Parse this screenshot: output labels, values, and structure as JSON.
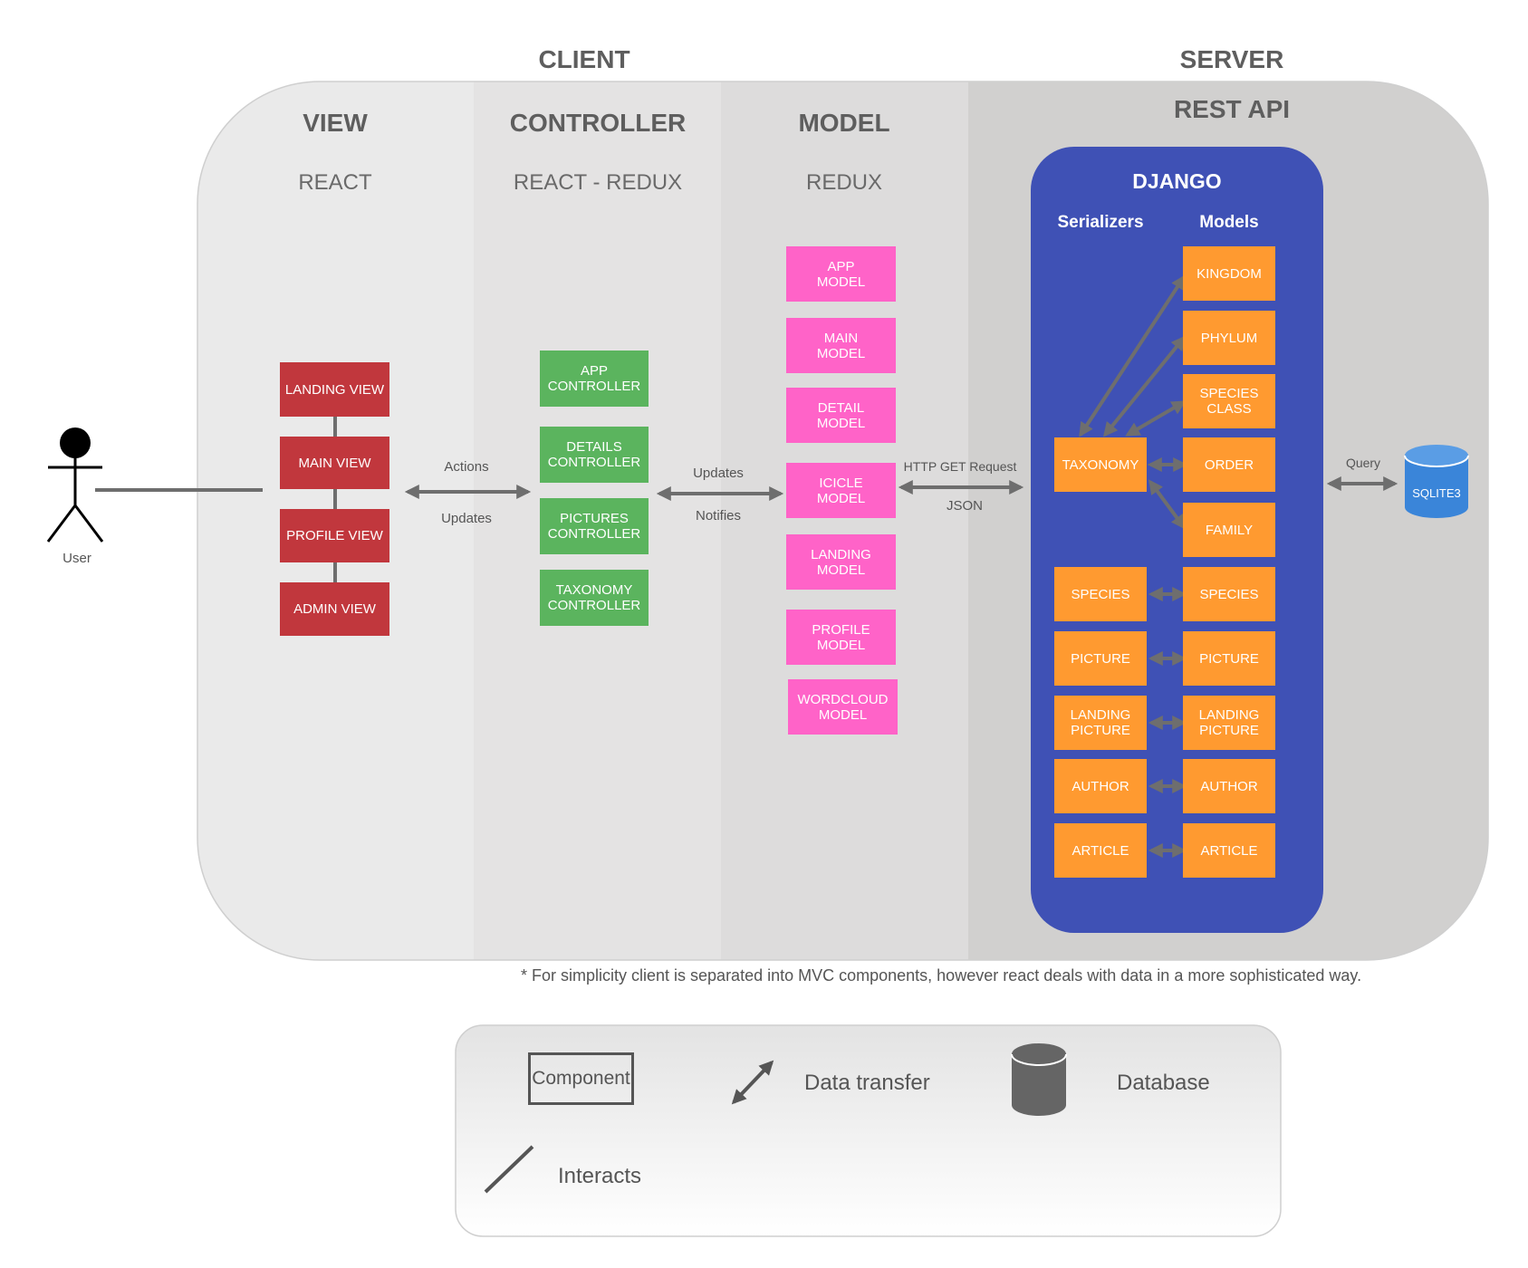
{
  "sections": {
    "client": "CLIENT",
    "server": "SERVER"
  },
  "columns": {
    "view": {
      "title": "VIEW",
      "tech": "REACT"
    },
    "controller": {
      "title": "CONTROLLER",
      "tech": "REACT - REDUX"
    },
    "model": {
      "title": "MODEL",
      "tech": "REDUX"
    },
    "api": {
      "title": "REST API"
    }
  },
  "actor": {
    "label": "User"
  },
  "views": [
    "LANDING VIEW",
    "MAIN VIEW",
    "PROFILE VIEW",
    "ADMIN VIEW"
  ],
  "controllers": [
    "APP\nCONTROLLER",
    "DETAILS\nCONTROLLER",
    "PICTURES\nCONTROLLER",
    "TAXONOMY\nCONTROLLER"
  ],
  "models": [
    "APP\nMODEL",
    "MAIN\nMODEL",
    "DETAIL\nMODEL",
    "ICICLE\nMODEL",
    "LANDING\nMODEL",
    "PROFILE\nMODEL",
    "WORDCLOUD\nMODEL"
  ],
  "arrows": {
    "view_ctrl_top": "Actions",
    "view_ctrl_bottom": "Updates",
    "ctrl_model_top": "Updates",
    "ctrl_model_bottom": "Notifies",
    "model_api_top": "HTTP GET Request",
    "model_api_bottom": "JSON",
    "db_query": "Query"
  },
  "django": {
    "title": "DJANGO",
    "serializers_label": "Serializers",
    "models_label": "Models",
    "taxonomy": "TAXONOMY",
    "taxonomy_models": [
      "KINGDOM",
      "PHYLUM",
      "SPECIES\nCLASS",
      "ORDER",
      "FAMILY"
    ],
    "pairs": [
      {
        "serializer": "SPECIES",
        "model": "SPECIES"
      },
      {
        "serializer": "PICTURE",
        "model": "PICTURE"
      },
      {
        "serializer": "LANDING\nPICTURE",
        "model": "LANDING\nPICTURE"
      },
      {
        "serializer": "AUTHOR",
        "model": "AUTHOR"
      },
      {
        "serializer": "ARTICLE",
        "model": "ARTICLE"
      }
    ]
  },
  "database": {
    "label": "SQLITE3"
  },
  "footnote": "* For simplicity client is separated into MVC components, however react deals with data in a more sophisticated way.",
  "legend": {
    "component": "Component",
    "data_transfer": "Data transfer",
    "database": "Database",
    "interacts": "Interacts"
  },
  "colors": {
    "view": "#c1373d",
    "controller": "#5bb45e",
    "model": "#ff63c8",
    "django_box": "#3f51b5",
    "django_item": "#ff9a30",
    "database": "#3a85d9",
    "arrow": "#6e6e6e"
  }
}
